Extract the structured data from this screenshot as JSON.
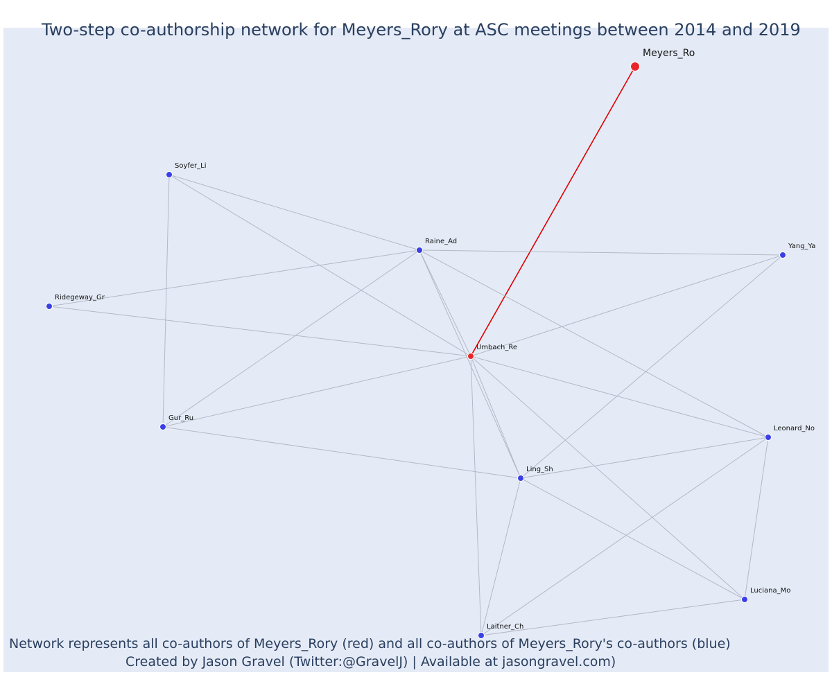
{
  "title": "Two-step co-authorship network for Meyers_Rory at ASC meetings between 2014 and 2019",
  "captions": {
    "line1": "Network represents all co-authors of Meyers_Rory (red) and all co-authors of Meyers_Rory's co-authors (blue)",
    "line2": "Created by Jason Gravel (Twitter:@GravelJ) | Available at jasongravel.com)"
  },
  "colors": {
    "focal": "#e8262a",
    "coauthor": "#e8262a",
    "second_degree": "#3b3fe6",
    "edge": "#b3b8c8",
    "focal_edge": "#e00000",
    "background": "#e5ebf6",
    "text": "#2a3f5f"
  },
  "nodes": [
    {
      "id": "Meyers_Ro",
      "label": "Meyers_Ro",
      "group": "focal"
    },
    {
      "id": "Umbach_Re",
      "label": "Umbach_Re",
      "group": "coauthor"
    },
    {
      "id": "Soyfer_Li",
      "label": "Soyfer_Li",
      "group": "second_degree"
    },
    {
      "id": "Raine_Ad",
      "label": "Raine_Ad",
      "group": "second_degree"
    },
    {
      "id": "Yang_Ya",
      "label": "Yang_Ya",
      "group": "second_degree"
    },
    {
      "id": "Ridegeway_Gr",
      "label": "Ridegeway_Gr",
      "group": "second_degree"
    },
    {
      "id": "Gur_Ru",
      "label": "Gur_Ru",
      "group": "second_degree"
    },
    {
      "id": "Leonard_No",
      "label": "Leonard_No",
      "group": "second_degree"
    },
    {
      "id": "Ling_Sh",
      "label": "Ling_Sh",
      "group": "second_degree"
    },
    {
      "id": "Luciana_Mo",
      "label": "Luciana_Mo",
      "group": "second_degree"
    },
    {
      "id": "Laitner_Ch",
      "label": "Laitner_Ch",
      "group": "second_degree"
    }
  ],
  "edges": [
    [
      "Meyers_Ro",
      "Umbach_Re"
    ],
    [
      "Soyfer_Li",
      "Raine_Ad"
    ],
    [
      "Soyfer_Li",
      "Umbach_Re"
    ],
    [
      "Soyfer_Li",
      "Gur_Ru"
    ],
    [
      "Raine_Ad",
      "Yang_Ya"
    ],
    [
      "Raine_Ad",
      "Ridegeway_Gr"
    ],
    [
      "Raine_Ad",
      "Umbach_Re"
    ],
    [
      "Raine_Ad",
      "Gur_Ru"
    ],
    [
      "Raine_Ad",
      "Leonard_No"
    ],
    [
      "Raine_Ad",
      "Ling_Sh"
    ],
    [
      "Ridegeway_Gr",
      "Umbach_Re"
    ],
    [
      "Umbach_Re",
      "Yang_Ya"
    ],
    [
      "Umbach_Re",
      "Gur_Ru"
    ],
    [
      "Umbach_Re",
      "Leonard_No"
    ],
    [
      "Umbach_Re",
      "Ling_Sh"
    ],
    [
      "Umbach_Re",
      "Luciana_Mo"
    ],
    [
      "Umbach_Re",
      "Laitner_Ch"
    ],
    [
      "Yang_Ya",
      "Ling_Sh"
    ],
    [
      "Gur_Ru",
      "Ling_Sh"
    ],
    [
      "Ling_Sh",
      "Leonard_No"
    ],
    [
      "Ling_Sh",
      "Luciana_Mo"
    ],
    [
      "Ling_Sh",
      "Laitner_Ch"
    ],
    [
      "Leonard_No",
      "Luciana_Mo"
    ],
    [
      "Leonard_No",
      "Laitner_Ch"
    ],
    [
      "Luciana_Mo",
      "Laitner_Ch"
    ]
  ]
}
